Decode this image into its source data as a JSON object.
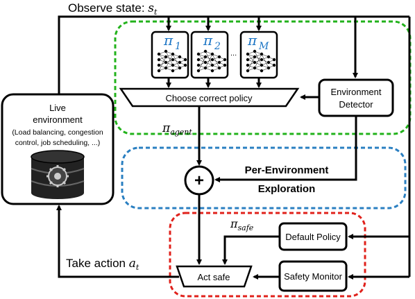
{
  "observe_label": "Observe state: ",
  "observe_var": "s",
  "observe_sub": "t",
  "live_env": {
    "title_line1": "Live",
    "title_line2": "environment",
    "desc_line1": "(Load balancing, congestion",
    "desc_line2": "control, job scheduling, ...)"
  },
  "policies": [
    {
      "symbol": "π",
      "sub": "1"
    },
    {
      "symbol": "π",
      "sub": "2"
    },
    {
      "symbol": "π",
      "sub": "M"
    }
  ],
  "ellipsis": "...",
  "choose_policy": "Choose correct policy",
  "env_detector": {
    "line1": "Environment",
    "line2": "Detector"
  },
  "pi_agent": {
    "symbol": "π",
    "sub": "agent"
  },
  "pi_safe": {
    "symbol": "π",
    "sub": "safe"
  },
  "plus": "+",
  "exploration": {
    "line1": "Per-Environment",
    "line2": "Exploration"
  },
  "default_policy": "Default Policy",
  "safety_monitor": "Safety Monitor",
  "act_safe": "Act safe",
  "take_action": {
    "label": "Take action ",
    "var": "a",
    "sub": "t"
  },
  "colors": {
    "green": "#22b21b",
    "blue": "#2a7fc1",
    "red": "#e0211b",
    "pi_blue": "#1a74c4"
  }
}
